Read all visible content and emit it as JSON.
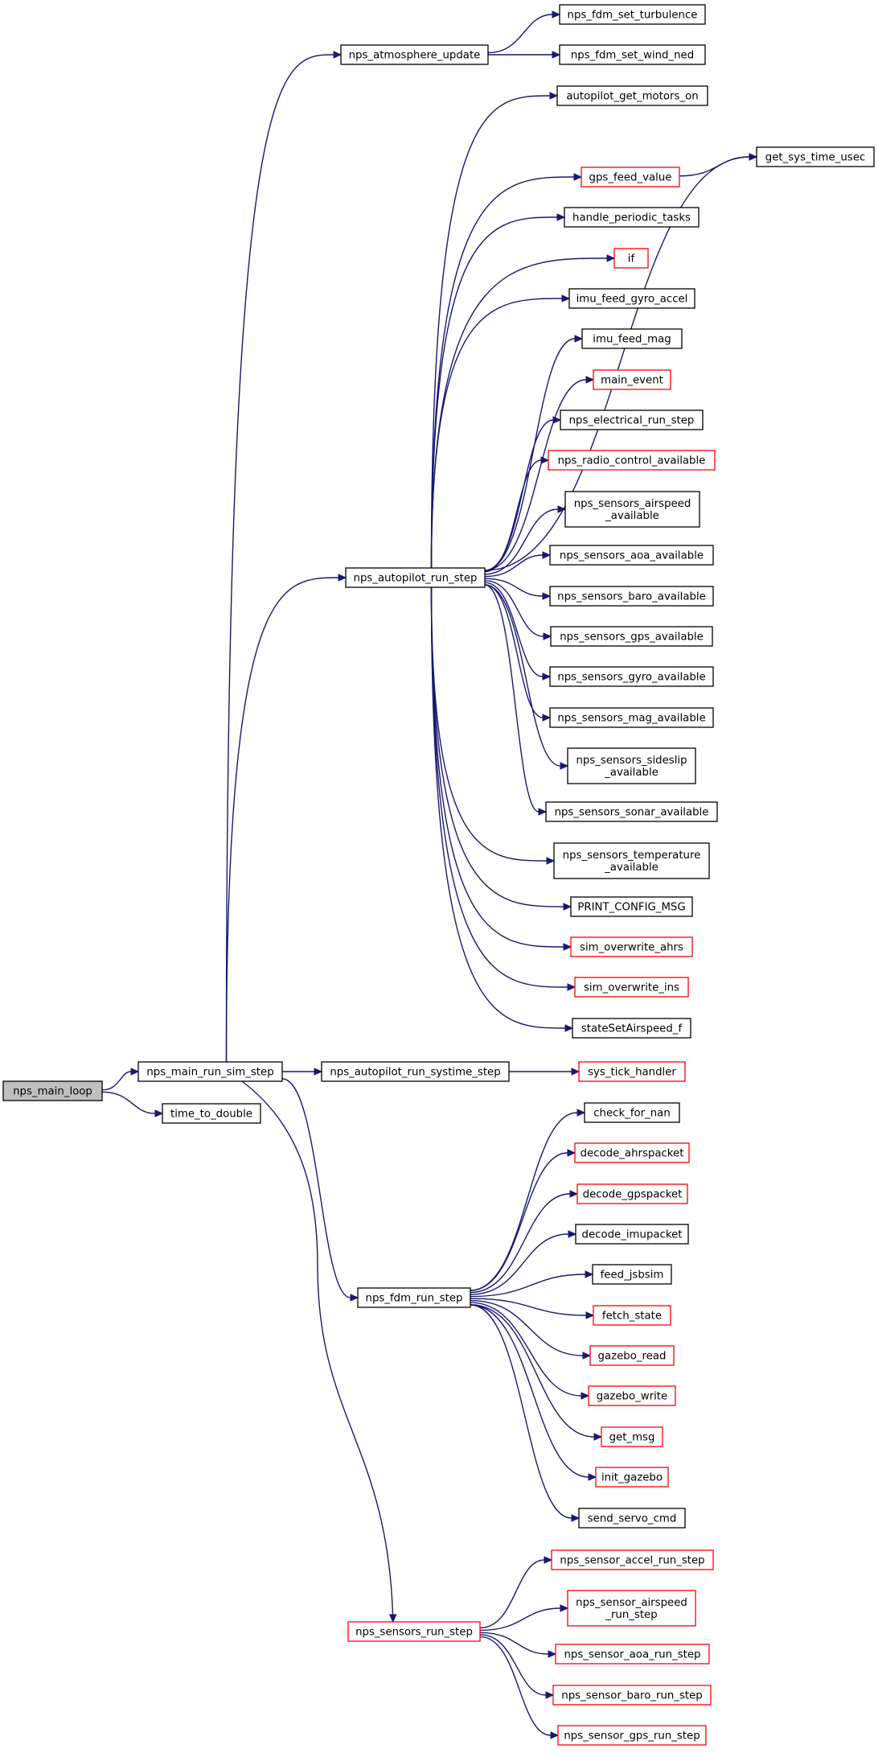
{
  "colors": {
    "edge": "#191970",
    "border_normal": "#000000",
    "border_link": "#ff0000",
    "root_fill": "#bfbfbf"
  },
  "nodes": {
    "nps_main_loop": {
      "label": [
        "nps_main_loop"
      ],
      "kind": "root"
    },
    "nps_main_run_sim_step": {
      "label": [
        "nps_main_run_sim_step"
      ],
      "kind": "normal"
    },
    "time_to_double": {
      "label": [
        "time_to_double"
      ],
      "kind": "normal"
    },
    "nps_atmosphere_update": {
      "label": [
        "nps_atmosphere_update"
      ],
      "kind": "normal"
    },
    "nps_fdm_set_turbulence": {
      "label": [
        "nps_fdm_set_turbulence"
      ],
      "kind": "normal"
    },
    "nps_fdm_set_wind_ned": {
      "label": [
        "nps_fdm_set_wind_ned"
      ],
      "kind": "normal"
    },
    "nps_autopilot_run_step": {
      "label": [
        "nps_autopilot_run_step"
      ],
      "kind": "normal"
    },
    "autopilot_get_motors_on": {
      "label": [
        "autopilot_get_motors_on"
      ],
      "kind": "normal"
    },
    "get_sys_time_usec": {
      "label": [
        "get_sys_time_usec"
      ],
      "kind": "normal"
    },
    "gps_feed_value": {
      "label": [
        "gps_feed_value"
      ],
      "kind": "link"
    },
    "handle_periodic_tasks": {
      "label": [
        "handle_periodic_tasks"
      ],
      "kind": "normal"
    },
    "if": {
      "label": [
        "if"
      ],
      "kind": "link"
    },
    "imu_feed_gyro_accel": {
      "label": [
        "imu_feed_gyro_accel"
      ],
      "kind": "normal"
    },
    "imu_feed_mag": {
      "label": [
        "imu_feed_mag"
      ],
      "kind": "normal"
    },
    "main_event": {
      "label": [
        "main_event"
      ],
      "kind": "link"
    },
    "nps_electrical_run_step": {
      "label": [
        "nps_electrical_run_step"
      ],
      "kind": "normal"
    },
    "nps_radio_control_available": {
      "label": [
        "nps_radio_control_available"
      ],
      "kind": "link"
    },
    "nps_sensors_airspeed_available": {
      "label": [
        "nps_sensors_airspeed",
        "_available"
      ],
      "kind": "normal"
    },
    "nps_sensors_aoa_available": {
      "label": [
        "nps_sensors_aoa_available"
      ],
      "kind": "normal"
    },
    "nps_sensors_baro_available": {
      "label": [
        "nps_sensors_baro_available"
      ],
      "kind": "normal"
    },
    "nps_sensors_gps_available": {
      "label": [
        "nps_sensors_gps_available"
      ],
      "kind": "normal"
    },
    "nps_sensors_gyro_available": {
      "label": [
        "nps_sensors_gyro_available"
      ],
      "kind": "normal"
    },
    "nps_sensors_mag_available": {
      "label": [
        "nps_sensors_mag_available"
      ],
      "kind": "normal"
    },
    "nps_sensors_sideslip_available": {
      "label": [
        "nps_sensors_sideslip",
        "_available"
      ],
      "kind": "normal"
    },
    "nps_sensors_sonar_available": {
      "label": [
        "nps_sensors_sonar_available"
      ],
      "kind": "normal"
    },
    "nps_sensors_temperature_available": {
      "label": [
        "nps_sensors_temperature",
        "_available"
      ],
      "kind": "normal"
    },
    "PRINT_CONFIG_MSG": {
      "label": [
        "PRINT_CONFIG_MSG"
      ],
      "kind": "normal"
    },
    "sim_overwrite_ahrs": {
      "label": [
        "sim_overwrite_ahrs"
      ],
      "kind": "link"
    },
    "sim_overwrite_ins": {
      "label": [
        "sim_overwrite_ins"
      ],
      "kind": "link"
    },
    "stateSetAirspeed_f": {
      "label": [
        "stateSetAirspeed_f"
      ],
      "kind": "normal"
    },
    "nps_autopilot_run_systime_step": {
      "label": [
        "nps_autopilot_run_systime_step"
      ],
      "kind": "normal"
    },
    "sys_tick_handler": {
      "label": [
        "sys_tick_handler"
      ],
      "kind": "link"
    },
    "nps_fdm_run_step": {
      "label": [
        "nps_fdm_run_step"
      ],
      "kind": "normal"
    },
    "check_for_nan": {
      "label": [
        "check_for_nan"
      ],
      "kind": "normal"
    },
    "decode_ahrspacket": {
      "label": [
        "decode_ahrspacket"
      ],
      "kind": "link"
    },
    "decode_gpspacket": {
      "label": [
        "decode_gpspacket"
      ],
      "kind": "link"
    },
    "decode_imupacket": {
      "label": [
        "decode_imupacket"
      ],
      "kind": "normal"
    },
    "feed_jsbsim": {
      "label": [
        "feed_jsbsim"
      ],
      "kind": "normal"
    },
    "fetch_state": {
      "label": [
        "fetch_state"
      ],
      "kind": "link"
    },
    "gazebo_read": {
      "label": [
        "gazebo_read"
      ],
      "kind": "link"
    },
    "gazebo_write": {
      "label": [
        "gazebo_write"
      ],
      "kind": "link"
    },
    "get_msg": {
      "label": [
        "get_msg"
      ],
      "kind": "link"
    },
    "init_gazebo": {
      "label": [
        "init_gazebo"
      ],
      "kind": "link"
    },
    "send_servo_cmd": {
      "label": [
        "send_servo_cmd"
      ],
      "kind": "normal"
    },
    "nps_sensors_run_step": {
      "label": [
        "nps_sensors_run_step"
      ],
      "kind": "link"
    },
    "nps_sensor_accel_run_step": {
      "label": [
        "nps_sensor_accel_run_step"
      ],
      "kind": "link"
    },
    "nps_sensor_airspeed_run_step": {
      "label": [
        "nps_sensor_airspeed",
        "_run_step"
      ],
      "kind": "link"
    },
    "nps_sensor_aoa_run_step": {
      "label": [
        "nps_sensor_aoa_run_step"
      ],
      "kind": "link"
    },
    "nps_sensor_baro_run_step": {
      "label": [
        "nps_sensor_baro_run_step"
      ],
      "kind": "link"
    },
    "nps_sensor_gps_run_step": {
      "label": [
        "nps_sensor_gps_run_step"
      ],
      "kind": "link"
    }
  },
  "edges": [
    [
      "nps_main_loop",
      "nps_main_run_sim_step"
    ],
    [
      "nps_main_loop",
      "time_to_double"
    ],
    [
      "nps_main_run_sim_step",
      "nps_atmosphere_update"
    ],
    [
      "nps_main_run_sim_step",
      "nps_autopilot_run_step"
    ],
    [
      "nps_main_run_sim_step",
      "nps_autopilot_run_systime_step"
    ],
    [
      "nps_main_run_sim_step",
      "nps_fdm_run_step"
    ],
    [
      "nps_main_run_sim_step",
      "nps_sensors_run_step"
    ],
    [
      "nps_atmosphere_update",
      "nps_fdm_set_turbulence"
    ],
    [
      "nps_atmosphere_update",
      "nps_fdm_set_wind_ned"
    ],
    [
      "nps_autopilot_run_step",
      "autopilot_get_motors_on"
    ],
    [
      "nps_autopilot_run_step",
      "get_sys_time_usec"
    ],
    [
      "nps_autopilot_run_step",
      "gps_feed_value"
    ],
    [
      "nps_autopilot_run_step",
      "handle_periodic_tasks"
    ],
    [
      "nps_autopilot_run_step",
      "if"
    ],
    [
      "nps_autopilot_run_step",
      "imu_feed_gyro_accel"
    ],
    [
      "nps_autopilot_run_step",
      "imu_feed_mag"
    ],
    [
      "nps_autopilot_run_step",
      "main_event"
    ],
    [
      "nps_autopilot_run_step",
      "nps_electrical_run_step"
    ],
    [
      "nps_autopilot_run_step",
      "nps_radio_control_available"
    ],
    [
      "nps_autopilot_run_step",
      "nps_sensors_airspeed_available"
    ],
    [
      "nps_autopilot_run_step",
      "nps_sensors_aoa_available"
    ],
    [
      "nps_autopilot_run_step",
      "nps_sensors_baro_available"
    ],
    [
      "nps_autopilot_run_step",
      "nps_sensors_gps_available"
    ],
    [
      "nps_autopilot_run_step",
      "nps_sensors_gyro_available"
    ],
    [
      "nps_autopilot_run_step",
      "nps_sensors_mag_available"
    ],
    [
      "nps_autopilot_run_step",
      "nps_sensors_sideslip_available"
    ],
    [
      "nps_autopilot_run_step",
      "nps_sensors_sonar_available"
    ],
    [
      "nps_autopilot_run_step",
      "nps_sensors_temperature_available"
    ],
    [
      "nps_autopilot_run_step",
      "PRINT_CONFIG_MSG"
    ],
    [
      "nps_autopilot_run_step",
      "sim_overwrite_ahrs"
    ],
    [
      "nps_autopilot_run_step",
      "sim_overwrite_ins"
    ],
    [
      "nps_autopilot_run_step",
      "stateSetAirspeed_f"
    ],
    [
      "gps_feed_value",
      "get_sys_time_usec"
    ],
    [
      "nps_autopilot_run_systime_step",
      "sys_tick_handler"
    ],
    [
      "nps_fdm_run_step",
      "check_for_nan"
    ],
    [
      "nps_fdm_run_step",
      "decode_ahrspacket"
    ],
    [
      "nps_fdm_run_step",
      "decode_gpspacket"
    ],
    [
      "nps_fdm_run_step",
      "decode_imupacket"
    ],
    [
      "nps_fdm_run_step",
      "feed_jsbsim"
    ],
    [
      "nps_fdm_run_step",
      "fetch_state"
    ],
    [
      "nps_fdm_run_step",
      "gazebo_read"
    ],
    [
      "nps_fdm_run_step",
      "gazebo_write"
    ],
    [
      "nps_fdm_run_step",
      "get_msg"
    ],
    [
      "nps_fdm_run_step",
      "init_gazebo"
    ],
    [
      "nps_fdm_run_step",
      "send_servo_cmd"
    ],
    [
      "nps_sensors_run_step",
      "nps_sensor_accel_run_step"
    ],
    [
      "nps_sensors_run_step",
      "nps_sensor_airspeed_run_step"
    ],
    [
      "nps_sensors_run_step",
      "nps_sensor_aoa_run_step"
    ],
    [
      "nps_sensors_run_step",
      "nps_sensor_baro_run_step"
    ],
    [
      "nps_sensors_run_step",
      "nps_sensor_gps_run_step"
    ]
  ]
}
